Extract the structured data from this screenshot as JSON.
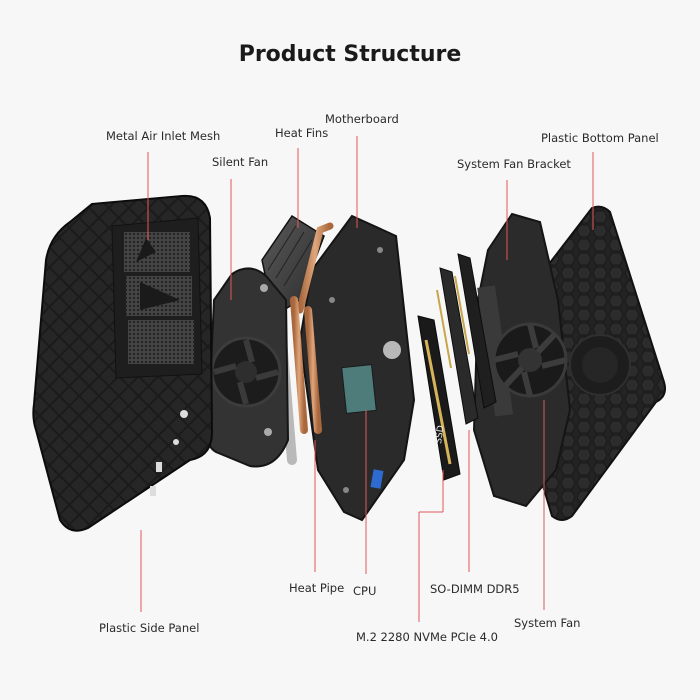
{
  "title": "Product Structure",
  "labels": {
    "metal_air_inlet_mesh": "Metal Air Inlet Mesh",
    "silent_fan": "Silent Fan",
    "heat_fins": "Heat Fins",
    "motherboard": "Motherboard",
    "system_fan_bracket": "System Fan Bracket",
    "plastic_bottom_panel": "Plastic Bottom Panel",
    "plastic_side_panel": "Plastic Side Panel",
    "heat_pipe": "Heat Pipe",
    "cpu": "CPU",
    "so_dimm": "SO-DIMM DDR5",
    "m2": "M.2 2280 NVMe PCIe 4.0",
    "system_fan": "System Fan"
  },
  "ssd_text": "SSD",
  "colors": {
    "leader_line": "#e05a5a",
    "background": "#f7f7f7",
    "case": "#1c1c1c",
    "copper": "#c98a5e",
    "pcb": "#2a2a2a"
  }
}
